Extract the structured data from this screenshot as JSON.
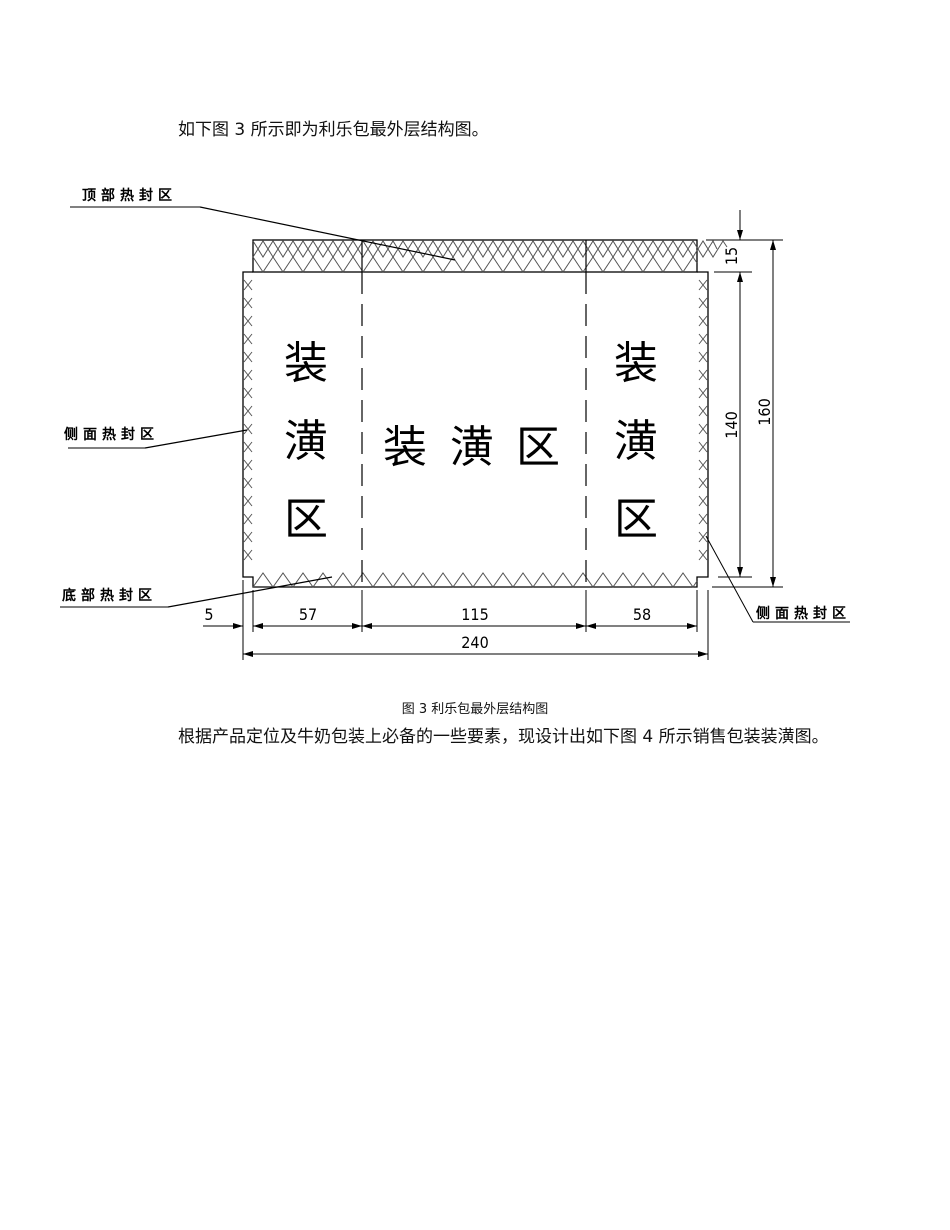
{
  "document": {
    "intro_paragraph": "如下图 3 所示即为利乐包最外层结构图。",
    "figure_caption": "图 3 利乐包最外层结构图",
    "followup_paragraph": "根据产品定位及牛奶包装上必备的一些要素，现设计出如下图 4 所示销售包装装潢图。"
  },
  "figure": {
    "callouts": {
      "top_seal": "顶部热封区",
      "side_seal_left": "侧面热封区",
      "bottom_seal": "底部热封区",
      "side_seal_right": "侧面热封区"
    },
    "panels": {
      "left": [
        "装",
        "潢",
        "区"
      ],
      "center": [
        "装",
        "潢",
        "区"
      ],
      "right": [
        "装",
        "潢",
        "区"
      ]
    },
    "dimensions": {
      "left_margin": "5",
      "left_panel": "57",
      "center_panel": "115",
      "right_panel": "58",
      "total_width": "240",
      "top_seal_height": "15",
      "body_height": "140",
      "total_height": "160"
    }
  }
}
